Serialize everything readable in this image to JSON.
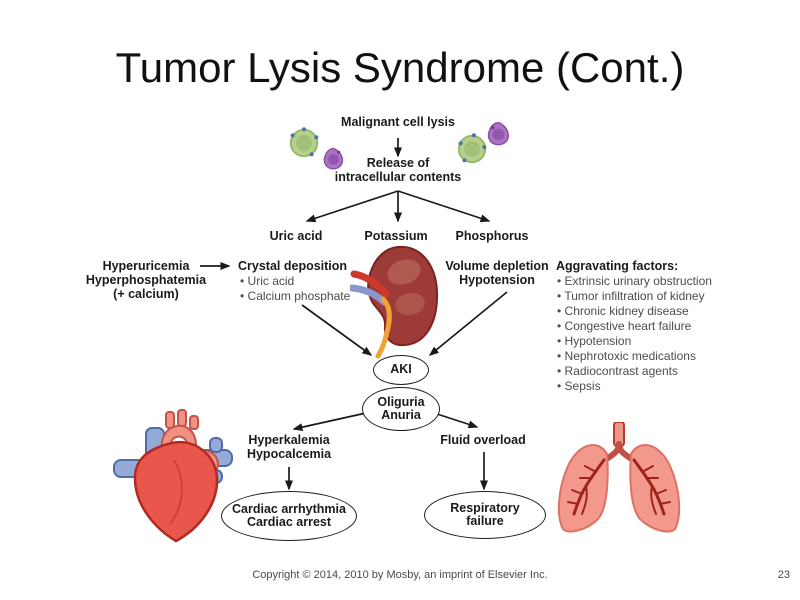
{
  "slide": {
    "title": "Tumor Lysis Syndrome (Cont.)",
    "footer": {
      "copyright": "Copyright © 2014, 2010 by Mosby, an imprint of Elsevier Inc.",
      "page_number": "23"
    }
  },
  "flow": {
    "malignant": "Malignant cell lysis",
    "release": {
      "line1": "Release of",
      "line2": "intracellular contents"
    },
    "branches": {
      "uric_acid": "Uric acid",
      "potassium": "Potassium",
      "phosphorus": "Phosphorus"
    },
    "left_condition": {
      "line1": "Hyperuricemia",
      "line2": "Hyperphosphatemia",
      "line3": "(+ calcium)"
    },
    "crystal": {
      "title": "Crystal deposition",
      "bullets": [
        "Uric acid",
        "Calcium phosphate"
      ]
    },
    "volume": {
      "line1": "Volume depletion",
      "line2": "Hypotension"
    },
    "aggravating": {
      "title": "Aggravating factors:",
      "items": [
        "Extrinsic urinary obstruction",
        "Tumor infiltration of kidney",
        "Chronic kidney disease",
        "Congestive heart failure",
        "Hypotension",
        "Nephrotoxic medications",
        "Radiocontrast agents",
        "Sepsis"
      ]
    },
    "aki": "AKI",
    "oliguria": {
      "line1": "Oliguria",
      "line2": "Anuria"
    },
    "hyperkalemia": {
      "line1": "Hyperkalemia",
      "line2": "Hypocalcemia"
    },
    "fluid_overload": "Fluid overload",
    "cardiac": {
      "line1": "Cardiac arrhythmia",
      "line2": "Cardiac arrest"
    },
    "respiratory": {
      "line1": "Respiratory",
      "line2": "failure"
    }
  },
  "icons": {
    "tumor_cell_green": "lysing tumor cell (green)",
    "tumor_cell_purple": "lysing tumor cell (purple)",
    "kidney": "kidney illustration",
    "heart": "heart illustration",
    "lungs": "lungs illustration"
  },
  "colors": {
    "kidney_body": "#9d3b38",
    "heart_body": "#e9564c",
    "lung_body": "#f2998c",
    "cell_green": "#b7d08f",
    "cell_purple": "#aa72c2",
    "line": "#1a1a1a"
  }
}
